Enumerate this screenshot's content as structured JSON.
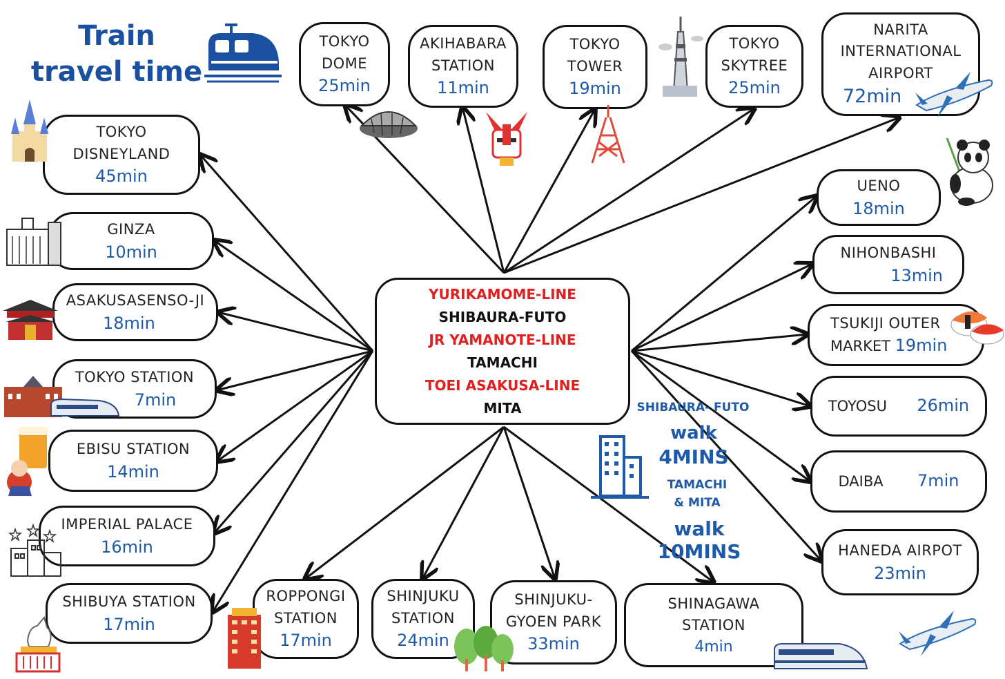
{
  "title": {
    "line1": "Train",
    "line2": "travel time"
  },
  "hub": {
    "lines": [
      {
        "text": "YURIKAMOME-LINE",
        "color": "#e02020"
      },
      {
        "text": "SHIBAURA-FUTO",
        "color": "#111111"
      },
      {
        "text": "JR YAMANOTE-LINE",
        "color": "#e02020"
      },
      {
        "text": "TAMACHI",
        "color": "#111111"
      },
      {
        "text": "TOEI ASAKUSA-LINE",
        "color": "#e02020"
      },
      {
        "text": "MITA",
        "color": "#111111"
      }
    ]
  },
  "destinations": {
    "tokyo_dome": {
      "name1": "TOKYO",
      "name2": "DOME",
      "time": "25min"
    },
    "akihabara": {
      "name1": "AKIHABARA",
      "name2": "STATION",
      "time": "11min"
    },
    "tokyo_tower": {
      "name1": "TOKYO",
      "name2": "TOWER",
      "time": "19min"
    },
    "tokyo_skytree": {
      "name1": "TOKYO",
      "name2": "SKYTREE",
      "time": "25min"
    },
    "narita": {
      "name1": "NARITA",
      "name2": "INTERNATIONAL",
      "name3": "AIRPORT",
      "time": "72min"
    },
    "disneyland": {
      "name1": "TOKYO",
      "name2": "DISNEYLAND",
      "time": "45min"
    },
    "ginza": {
      "name1": "GINZA",
      "time": "10min"
    },
    "asakusa": {
      "name1": "ASAKUSASENSO-JI",
      "time": "18min"
    },
    "tokyo_station": {
      "name1": "TOKYO STATION",
      "time": "7min"
    },
    "ebisu": {
      "name1": "EBISU STATION",
      "time": "14min"
    },
    "imperial_palace": {
      "name1": "IMPERIAL PALACE",
      "time": "16min"
    },
    "shibuya": {
      "name1": "SHIBUYA STATION",
      "time": "17min"
    },
    "roppongi": {
      "name1": "ROPPONGI",
      "name2": "STATION",
      "time": "17min"
    },
    "shinjuku": {
      "name1": "SHINJUKU",
      "name2": "STATION",
      "time": "24min"
    },
    "shinjuku_gyoen": {
      "name1": "SHINJUKU-",
      "name2": "GYOEN PARK",
      "time": "33min"
    },
    "shinagawa": {
      "name1": "SHINAGAWA",
      "name2": "STATION",
      "time": "4min"
    },
    "ueno": {
      "name1": "UENO",
      "time": "18min"
    },
    "nihonbashi": {
      "name1": "NIHONBASHI",
      "time": "13min"
    },
    "tsukiji": {
      "name1": "TSUKIJI OUTER",
      "name2": "MARKET",
      "time": "19min"
    },
    "toyosu": {
      "name1": "TOYOSU",
      "time": "26min"
    },
    "daiba": {
      "name1": "DAIBA",
      "time": "7min"
    },
    "haneda": {
      "name1": "HANEDA AIRPOT",
      "time": "23min"
    }
  },
  "walk_info": {
    "station1": "SHIBAURA- FUTO",
    "walk1": "walk",
    "mins1": "4MINS",
    "station2a": "TAMACHI",
    "station2b": "& MITA",
    "walk2": "walk",
    "mins2": "10MINS"
  },
  "colors": {
    "accent_blue": "#1f5aa8",
    "line_red": "#e02020",
    "title_blue": "#1b4fa0"
  },
  "icons": [
    "train-icon",
    "castle-icon",
    "building-icon",
    "temple-gate-icon",
    "station-building-icon",
    "bullet-train-icon",
    "beer-icon",
    "palace-icon",
    "dog-statue-icon",
    "tower-building-icon",
    "trees-icon",
    "dome-icon",
    "robot-icon",
    "tokyo-tower-icon",
    "skytree-icon",
    "airplane-icon",
    "panda-icon",
    "sushi-icon",
    "office-building-icon"
  ]
}
